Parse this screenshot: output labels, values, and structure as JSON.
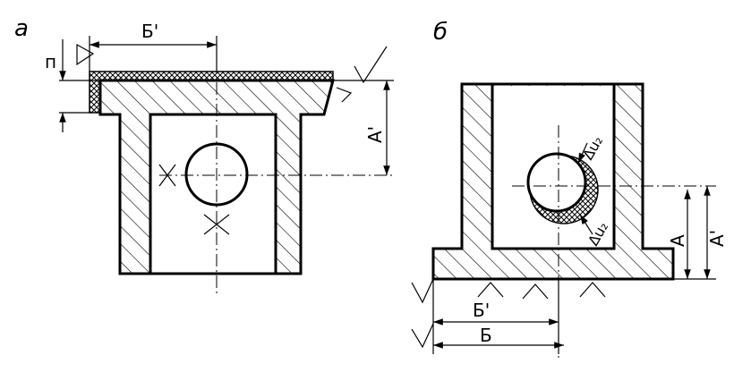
{
  "panels": [
    {
      "id": "a",
      "label": "а",
      "dimensions": {
        "width_prime": "Б'",
        "height_prime": "А'",
        "allowance": "п"
      },
      "section_marks": [
        "Х",
        "Х"
      ]
    },
    {
      "id": "b",
      "label": "б",
      "dimensions": {
        "width": "Б",
        "width_prime": "Б'",
        "height": "А",
        "height_prime": "А'",
        "delta_top": "Δu₂",
        "delta_bottom": "Δu₂"
      }
    }
  ]
}
